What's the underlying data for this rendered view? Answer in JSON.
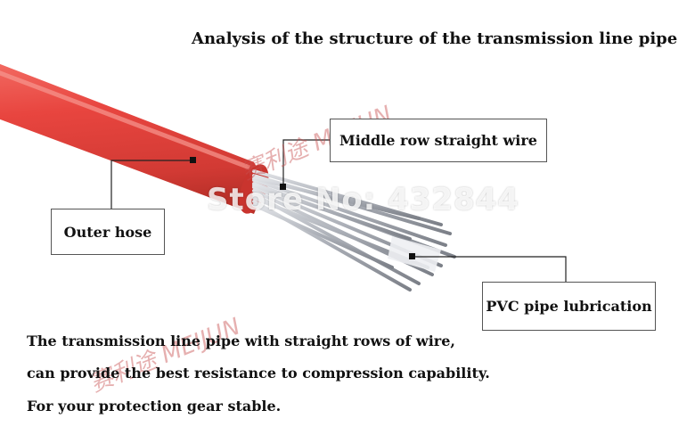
{
  "title": "Analysis of the structure of the transmission line pipe",
  "callouts": {
    "middle": "Middle row straight wire",
    "outer": "Outer hose",
    "pvc": "PVC pipe lubrication"
  },
  "description": {
    "line1": "The transmission line pipe with straight rows of wire,",
    "line2": "can provide the best resistance to compression capability.",
    "line3": "For your protection gear stable."
  },
  "watermarks": {
    "store": "Store No: 432844",
    "brand": "赛利途 MEIJUN"
  },
  "colors": {
    "hose": "#e8453f",
    "wire": "#b9bcc3"
  }
}
